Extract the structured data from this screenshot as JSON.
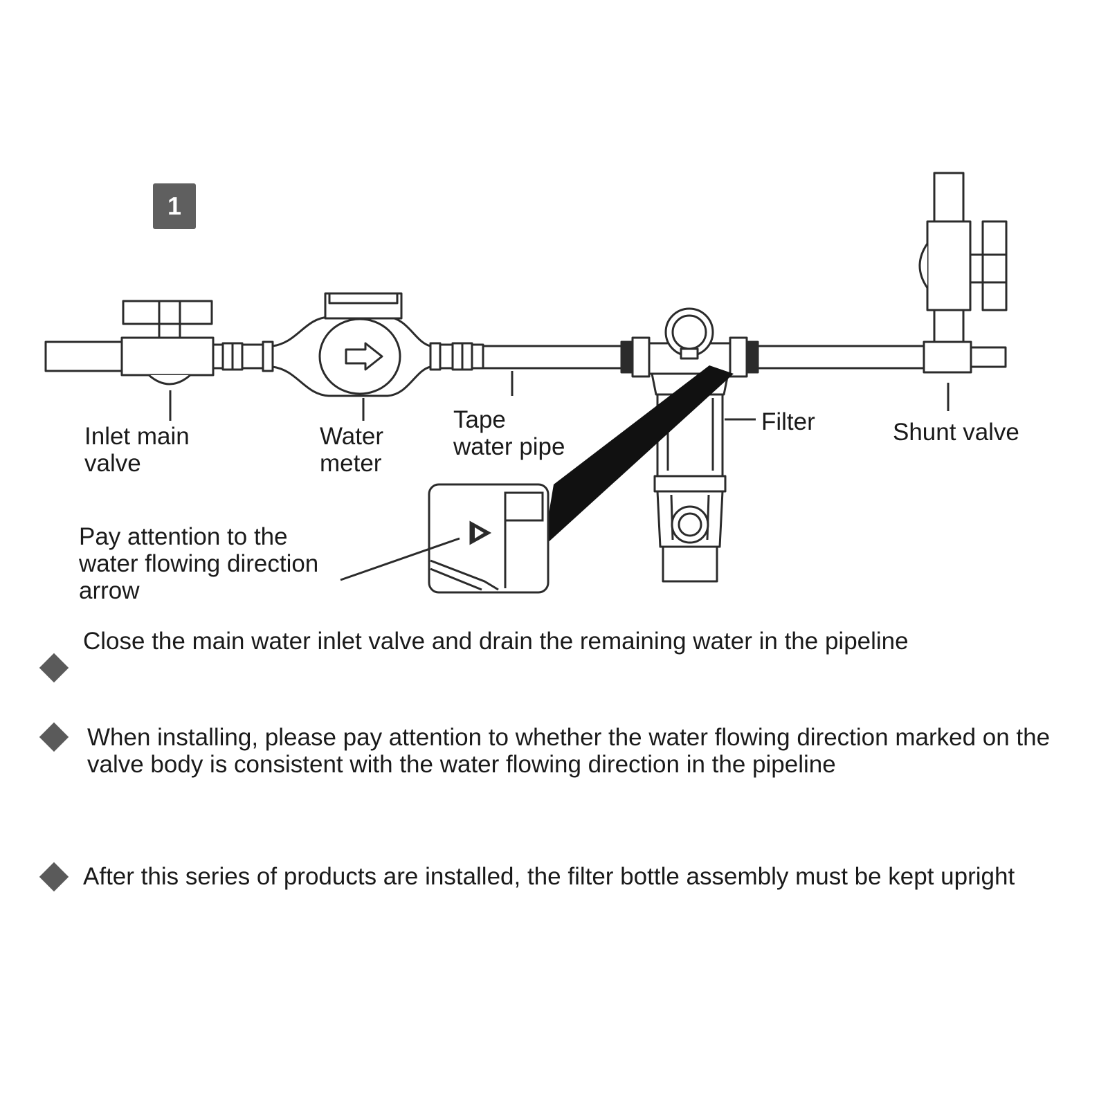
{
  "step_number": "1",
  "labels": {
    "inlet_valve": "Inlet main\nvalve",
    "water_meter": "Water\nmeter",
    "tape_pipe": "Tape\nwater pipe",
    "filter": "Filter",
    "shunt_valve": "Shunt valve",
    "arrow_note": "Pay attention to the\nwater flowing direction\narrow"
  },
  "instructions": [
    "Close the main water inlet valve and drain the remaining water in the pipeline",
    "When installing, please pay attention to whether the water flowing direction marked on the valve body is consistent with the water flowing direction in the pipeline",
    "After this series of products are installed, the filter bottle assembly must be kept upright"
  ],
  "colors": {
    "line": "#2b2b2b",
    "badge": "#5f5f5f",
    "bullet": "#5a5a5a"
  }
}
